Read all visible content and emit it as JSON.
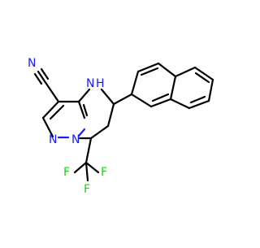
{
  "molecule": {
    "atoms": {
      "nitrile_n": "N",
      "ring_nh": "N",
      "ring_nh_h": "H",
      "pyrazole_n1": "N",
      "pyrazole_n2": "N",
      "f_left": "F",
      "f_right": "F",
      "f_bottom": "F"
    }
  },
  "colors": {
    "nitrogen": "#1a1aff",
    "fluorine": "#1fd11f",
    "carbon": "#000000",
    "background": "#ffffff"
  }
}
